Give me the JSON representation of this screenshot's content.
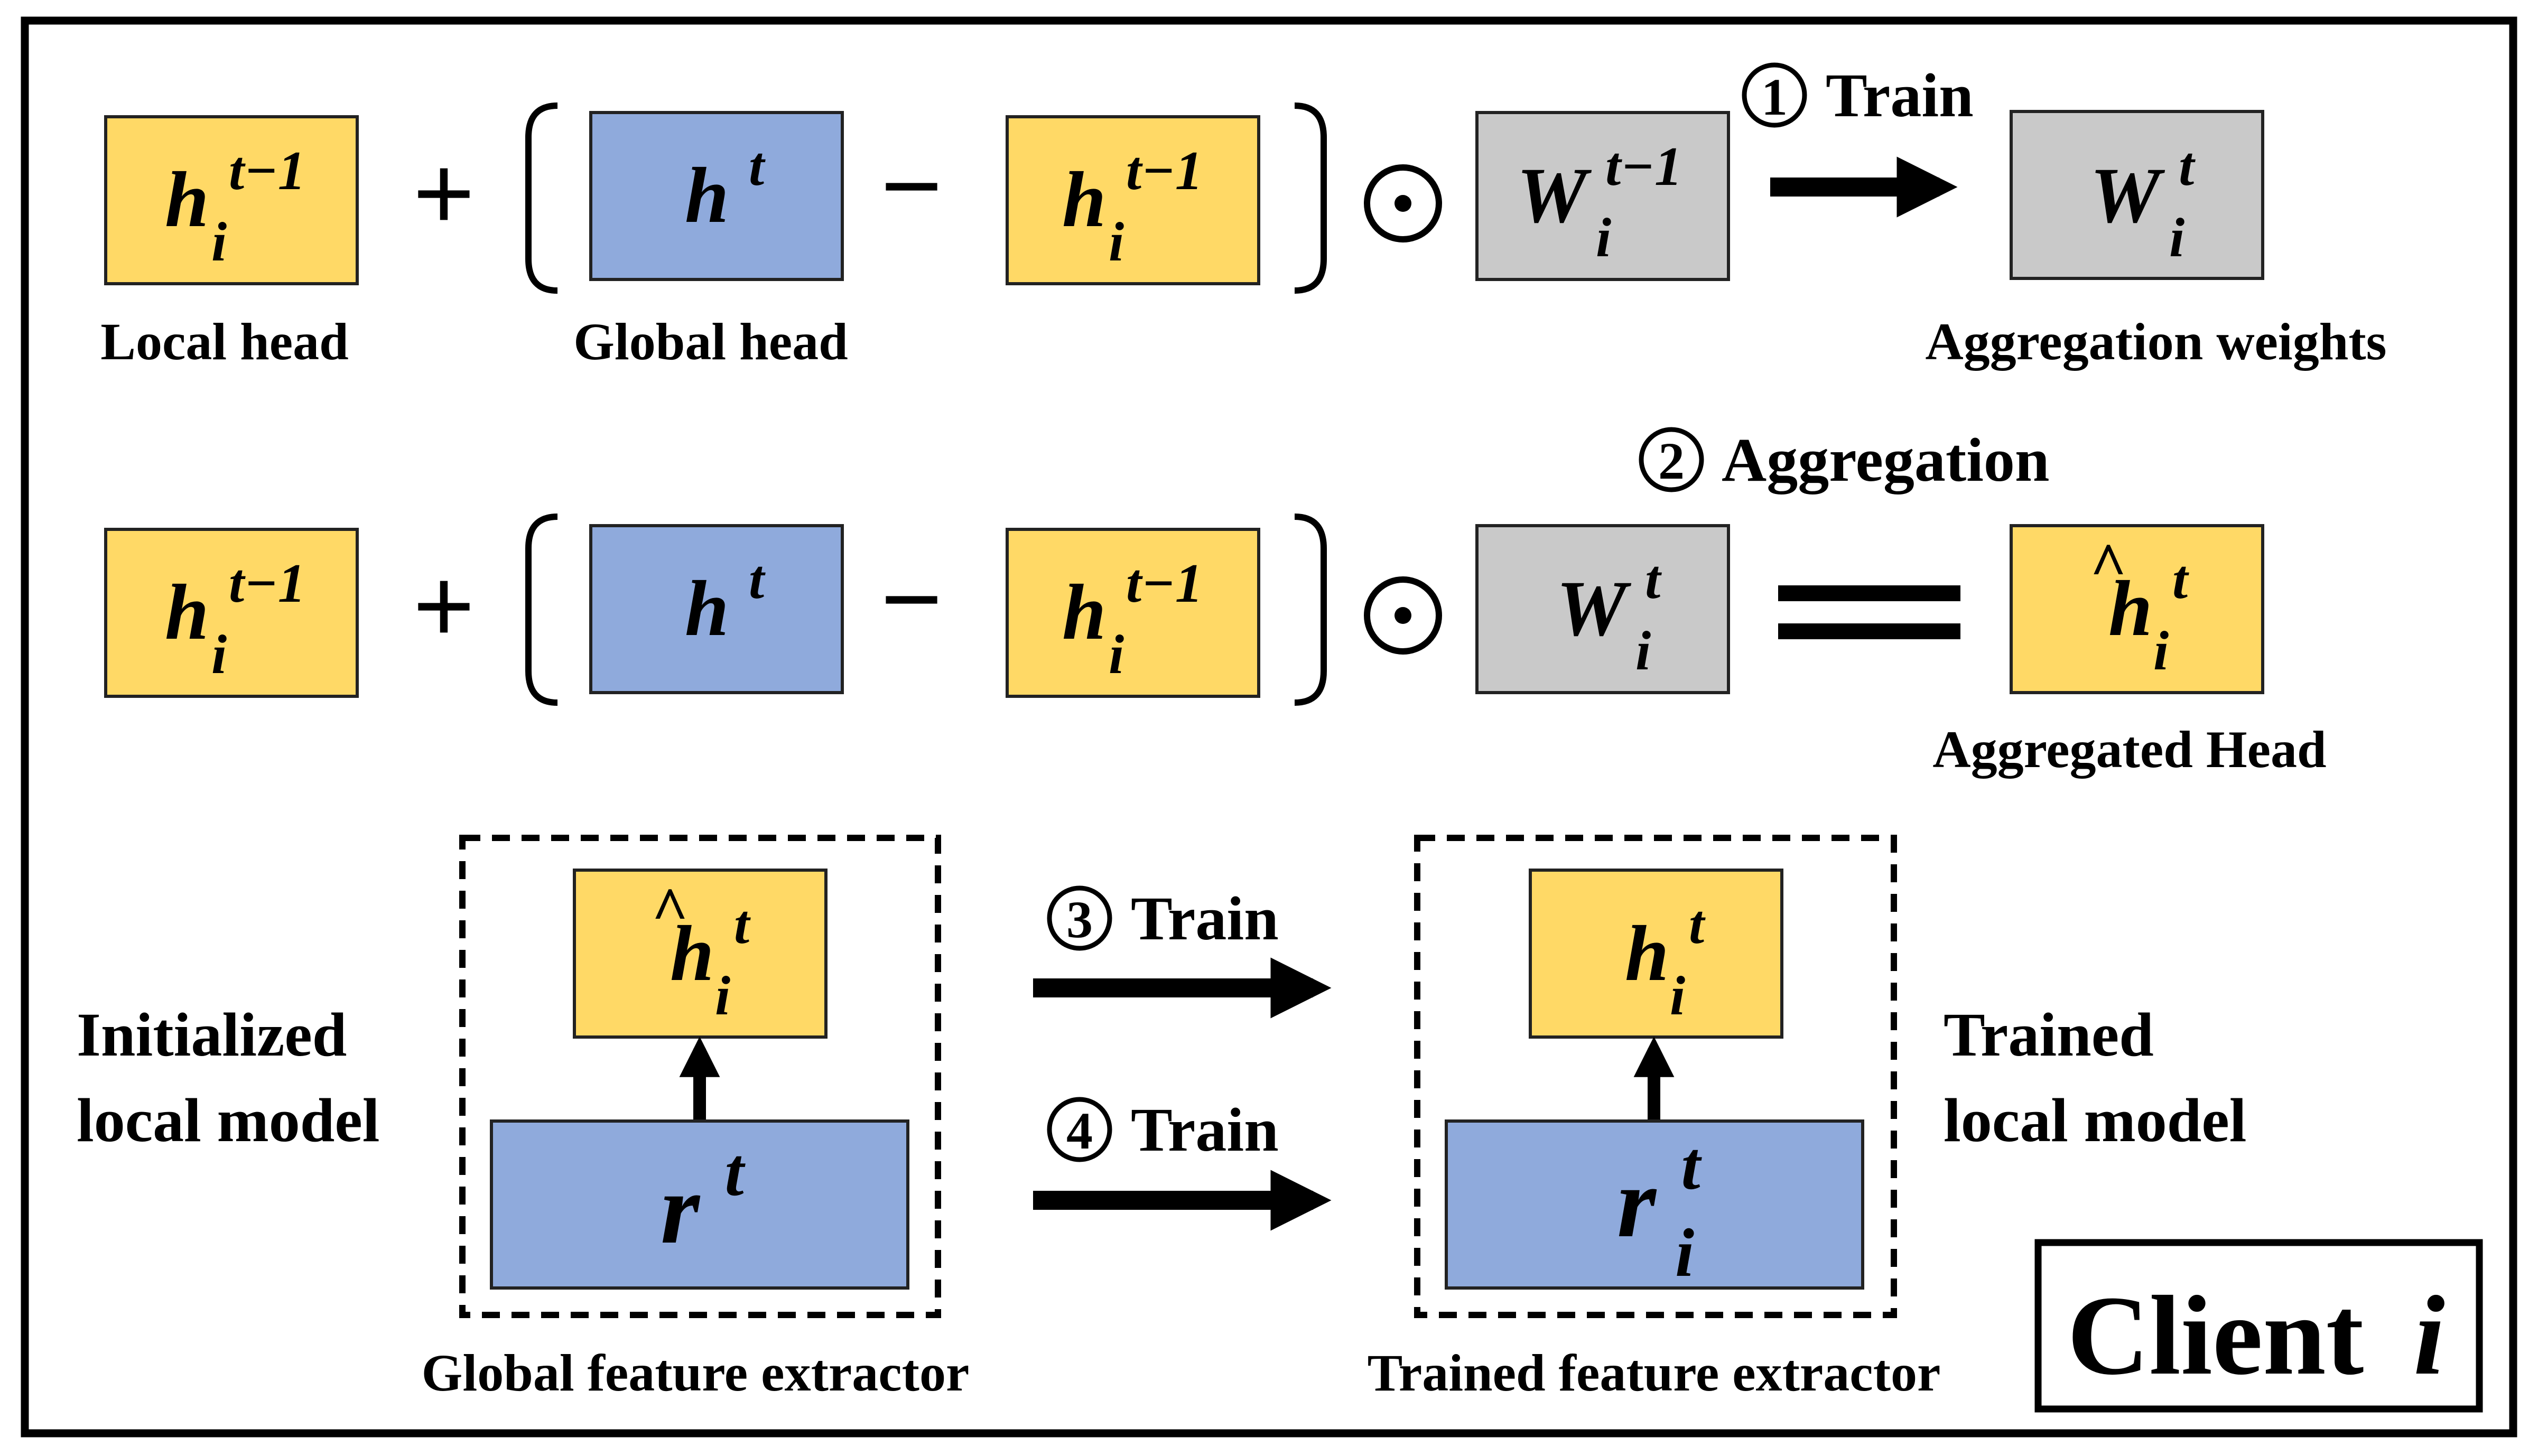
{
  "colors": {
    "yellow": "#FFD966",
    "blue": "#8FAADC",
    "gray": "#C9C9C9",
    "stroke": "#000000",
    "background": "#FFFFFF"
  },
  "glyphs": {
    "plus": "+",
    "minus": "−",
    "equals": "="
  },
  "row1": {
    "step_number": "1",
    "step_label": "Train",
    "local_head_label": "Local head",
    "global_head_label": "Global head",
    "aggregation_weights_label": "Aggregation weights"
  },
  "row2": {
    "step_number": "2",
    "step_label": "Aggregation",
    "aggregated_head_label": "Aggregated Head"
  },
  "row3": {
    "initialized_model_label_line1": "Initialized",
    "initialized_model_label_line2": "local model",
    "trained_model_label_line1": "Trained",
    "trained_model_label_line2": "local model",
    "global_feature_extractor_label": "Global feature extractor",
    "trained_feature_extractor_label": "Trained feature extractor",
    "step3_number": "3",
    "step3_label": "Train",
    "step4_number": "4",
    "step4_label": "Train"
  },
  "client_box": {
    "label": "Client",
    "index": "i"
  },
  "math": {
    "h_base": "h",
    "w_base": "W",
    "r_base": "r",
    "sub_i": "i",
    "sup_t": "t",
    "sup_t_minus_1": "t−1",
    "hat": "^"
  }
}
